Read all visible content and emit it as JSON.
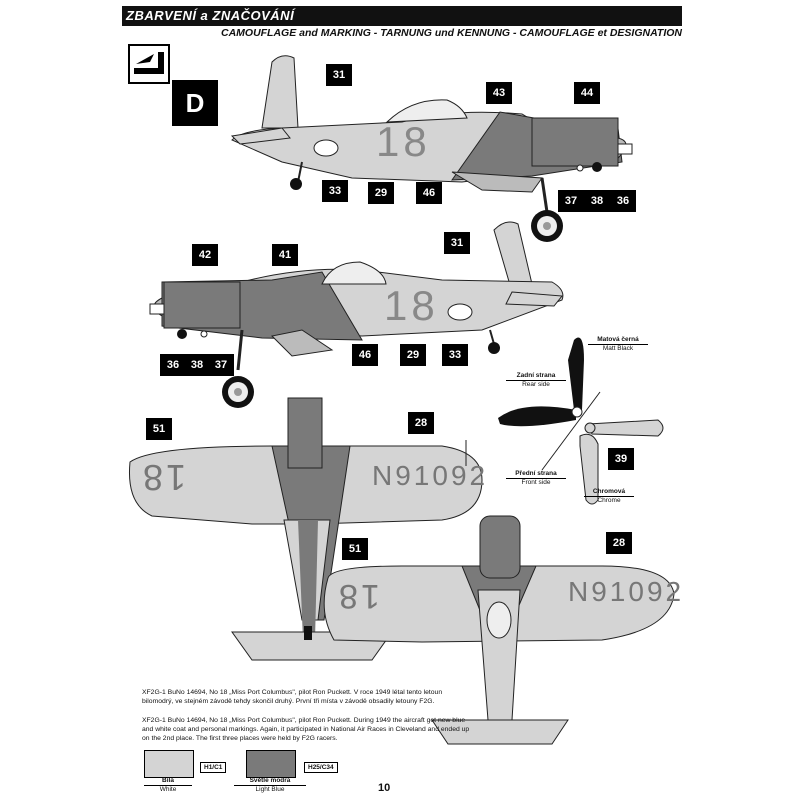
{
  "header": {
    "title": "ZBARVENÍ a ZNAČOVÁNÍ",
    "subtitle": "CAMOUFLAGE and MARKING - TARNUNG und KENNUNG - CAMOUFLAGE et DESIGNATION"
  },
  "variant": "D",
  "callouts": {
    "c31": "31",
    "c43": "43",
    "c44": "44",
    "c33": "33",
    "c29": "29",
    "c46": "46",
    "c37": "37",
    "c38": "38",
    "c36": "36",
    "c42": "42",
    "c41": "41",
    "c51": "51",
    "c28": "28",
    "c39": "39"
  },
  "aircraft_markings": {
    "race_number": "18",
    "registration": "N91092"
  },
  "propeller_labels": {
    "matt_black_cz": "Matová černá",
    "matt_black_en": "Matt Black",
    "rear_side_cz": "Zadní strana",
    "rear_side_en": "Rear side",
    "front_side_cz": "Přední strana",
    "front_side_en": "Front side",
    "chrome_cz": "Chromová",
    "chrome_en": "Chrome"
  },
  "description": {
    "czech": "XF2G-1 BuNo 14694, No 18 „Miss Port Columbus\", pilot Ron Puckett. V roce 1949 létal tento letoun bilomodrý, ve stejném závodě tehdy skončil druhý. První tři místa v závodě obsadily letouny F2G.",
    "english": "XF2G-1 BuNo 14694, No 18 „Miss Port Columbus\", pilot Ron Puckett. During 1949 the aircraft got new blue and white coat and personal markings. Again, it participated in National Air Races in Cleveland and ended up on the 2nd place. The first three places were held by F2G racers."
  },
  "legend": {
    "white_cz": "Bílá",
    "white_en": "White",
    "white_code": "H1/C1",
    "lightblue_cz": "Světle modrá",
    "lightblue_en": "Light Blue",
    "lightblue_code": "H25/C34"
  },
  "colors": {
    "white_paint": "#d4d4d4",
    "light_blue_paint": "#7a7a7a"
  },
  "page_number": "10"
}
